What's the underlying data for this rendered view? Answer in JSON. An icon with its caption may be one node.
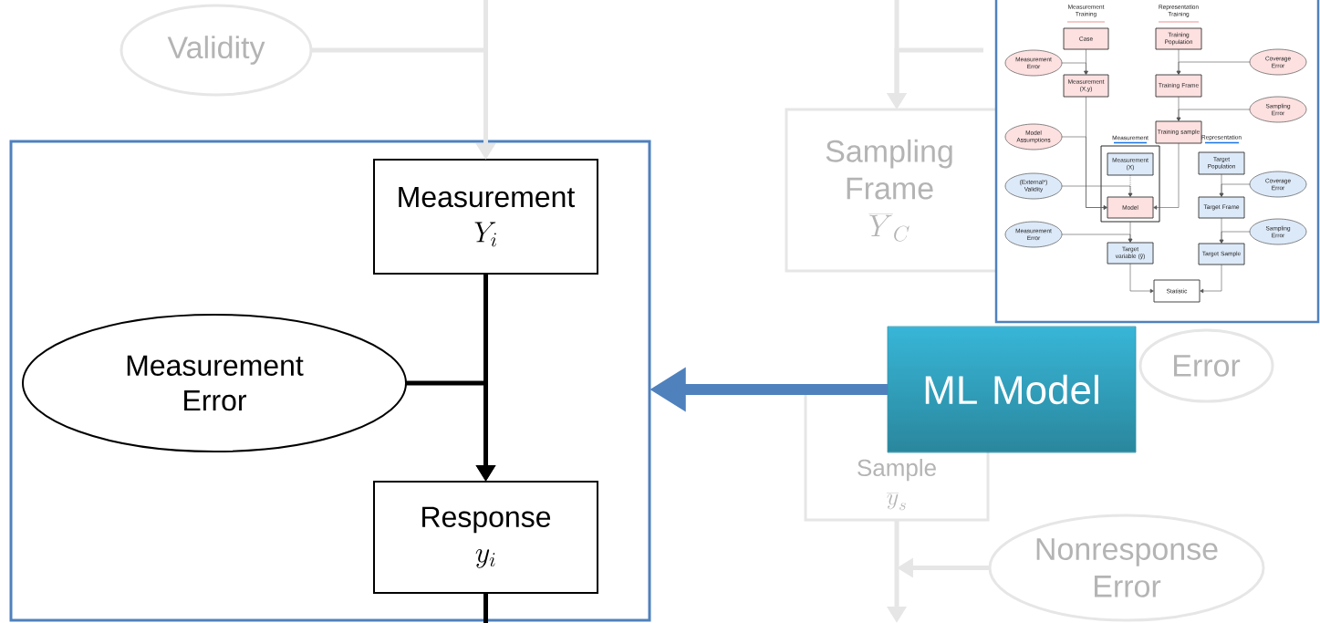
{
  "diagram": {
    "nodes": [
      {
        "text": [
          "Validity"
        ]
      },
      {
        "text": [],
        "shape": "box"
      },
      {
        "text": [
          "Measurement",
          "Y_{i}"
        ],
        "in": 1
      },
      {
        "text": [
          "Measurement Error"
        ],
        "in": 1
      },
      {
        "text": [
          "Response",
          "y_{i}"
        ],
        "in": 1
      },
      {
        "text": [
          "Sampling Frame",
          "\\overline{Y}_{C}"
        ]
      },
      {
        "text": [
          "ML Model"
        ]
      },
      {
        "text": [
          "Sample",
          "\\overline{y}_{s}"
        ]
      },
      {
        "text": [
          "Error"
        ]
      },
      {
        "text": [
          "Nonresponse Error"
        ]
      },
      {
        "text": [
          "Case"
        ]
      },
      {
        "text": [
          "Training Population"
        ]
      },
      {
        "text": [
          "Measurement Error"
        ]
      },
      {
        "text": [
          "Coverage Error"
        ]
      },
      {
        "text": [
          "Measurement (X,y)"
        ]
      },
      {
        "text": [
          "Training Frame"
        ]
      },
      {
        "text": [
          "Sampling Error"
        ]
      },
      {
        "text": [
          "Model Assumptions"
        ]
      },
      {
        "text": [
          "Training sample"
        ]
      },
      {
        "text": [
          "Measurement"
        ]
      },
      {
        "text": [
          "Measurement (X)"
        ],
        "in": 19
      },
      {
        "text": [
          "Model"
        ],
        "in": 19
      },
      {
        "text": [
          "Target Population"
        ]
      },
      {
        "text": [
          "Coverage Error"
        ]
      },
      {
        "text": [
          "(External*) Validity"
        ]
      },
      {
        "text": [
          "Target Frame"
        ]
      },
      {
        "text": [
          "Sampling Error"
        ]
      },
      {
        "text": [
          "Measurement Error"
        ]
      },
      {
        "text": [
          "Target variable (ŷ)"
        ]
      },
      {
        "text": [
          "Target Sample"
        ]
      },
      {
        "text": [
          "Statistic"
        ]
      }
    ],
    "edges": [
      {
        "from": null,
        "to": 2,
        "arrow": "to",
        "style": "thick",
        "color": "#e6e6e6"
      },
      {
        "from": 0,
        "to": 2,
        "arrow": "to",
        "style": "thick",
        "color": "#e6e6e6"
      },
      {
        "from": 2,
        "to": 4,
        "arrow": "to",
        "style": "thick",
        "color": "#000000"
      },
      {
        "from": 3,
        "to": 4,
        "arrow": "to",
        "style": "thick",
        "color": "#000000"
      },
      {
        "from": 4,
        "to": null,
        "arrow": "none",
        "style": "thick",
        "color": "#000000"
      },
      {
        "from": null,
        "to": 5,
        "arrow": "to",
        "style": "thick",
        "color": "#e6e6e6"
      },
      {
        "from": null,
        "to": 5,
        "arrow": "to",
        "style": "thick",
        "color": "#e6e6e6"
      },
      {
        "from": 7,
        "to": null,
        "arrow": "to",
        "style": "thick",
        "color": "#e6e6e6"
      },
      {
        "from": 9,
        "to": null,
        "arrow": "to",
        "style": "thick",
        "color": "#e6e6e6"
      },
      {
        "from": 6,
        "to": 1,
        "arrow": "to",
        "style": "thick",
        "color": "#4f81bd"
      },
      {
        "from": 10,
        "to": 14,
        "arrow": "to"
      },
      {
        "from": 12,
        "to": 14,
        "arrow": "to"
      },
      {
        "from": 11,
        "to": 15,
        "arrow": "to"
      },
      {
        "from": 13,
        "to": 15,
        "arrow": "to"
      },
      {
        "from": 15,
        "to": 18,
        "arrow": "to"
      },
      {
        "from": 16,
        "to": 18,
        "arrow": "to"
      },
      {
        "from": 14,
        "to": 21,
        "arrow": "to"
      },
      {
        "from": 17,
        "to": 21,
        "arrow": "to"
      },
      {
        "from": 18,
        "to": 21,
        "arrow": "to"
      },
      {
        "from": 20,
        "to": 21,
        "arrow": "to",
        "style": "dashed"
      },
      {
        "from": 24,
        "to": 21,
        "arrow": "to"
      },
      {
        "from": 19,
        "to": 28,
        "arrow": "to"
      },
      {
        "from": 27,
        "to": 28,
        "arrow": "to"
      },
      {
        "from": 22,
        "to": 25,
        "arrow": "to"
      },
      {
        "from": 23,
        "to": 25,
        "arrow": "to"
      },
      {
        "from": 25,
        "to": 29,
        "arrow": "to"
      },
      {
        "from": 26,
        "to": 29,
        "arrow": "to"
      },
      {
        "from": 28,
        "to": 30,
        "arrow": "to"
      },
      {
        "from": 29,
        "to": 30,
        "arrow": "to"
      }
    ],
    "labels": [
      "Measurement Training",
      "Representation Training",
      "Representation"
    ]
  }
}
